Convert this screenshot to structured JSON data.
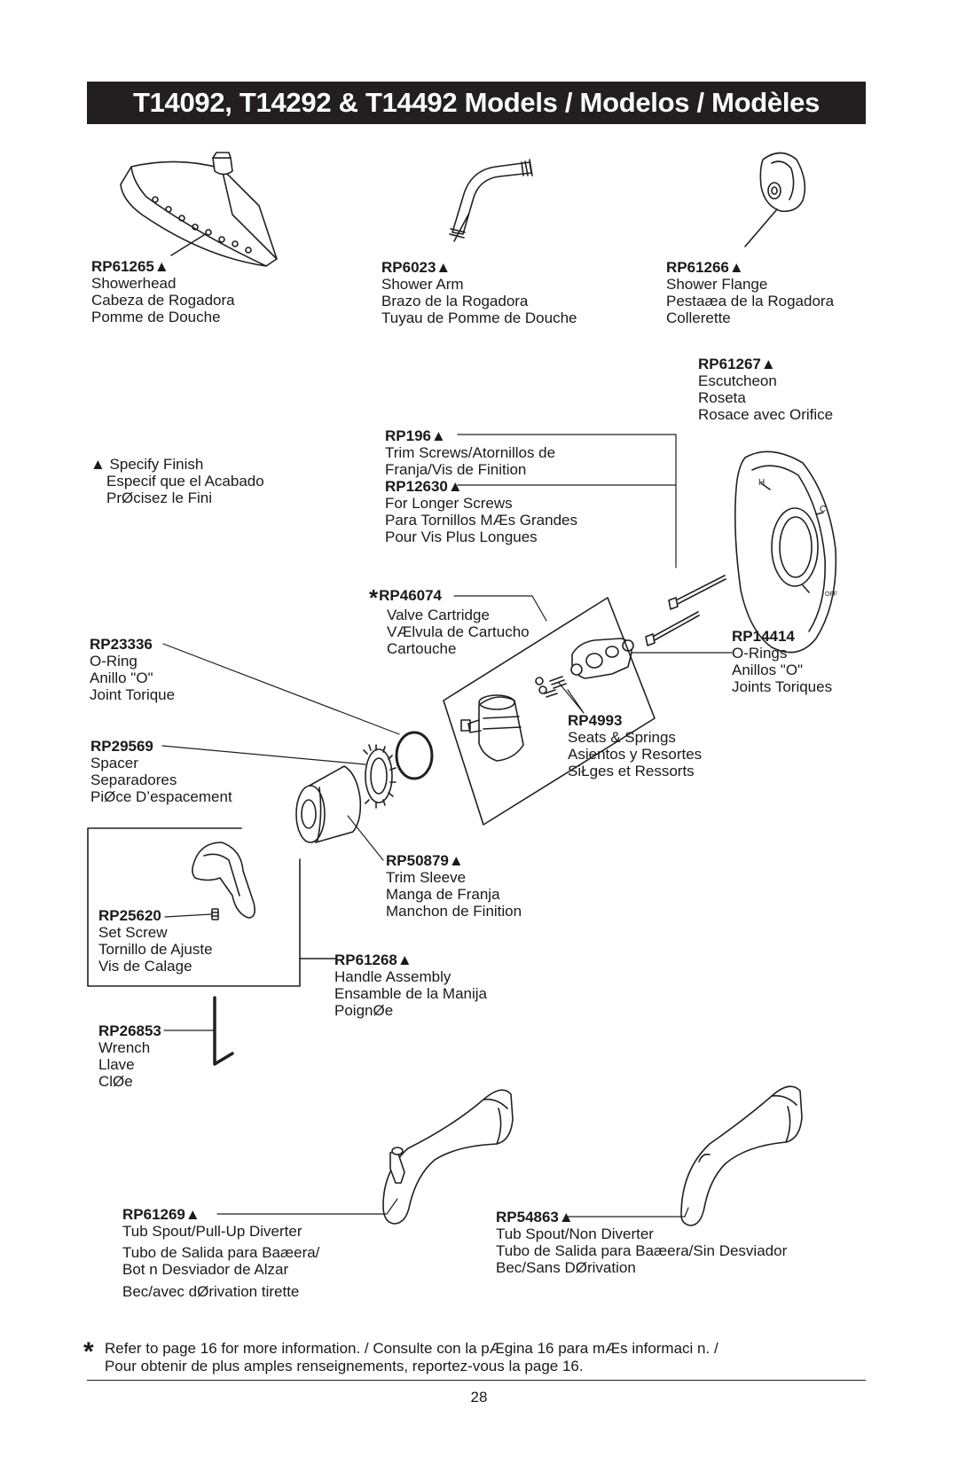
{
  "title": "T14092, T14292 & T14492 Models / Modelos / Modèles",
  "parts": {
    "showerhead": {
      "part_no": "RP61265▲",
      "lines": [
        "Showerhead",
        "Cabeza de Rogadora",
        "Pomme de Douche"
      ]
    },
    "shower_arm": {
      "part_no": "RP6023▲",
      "lines": [
        "Shower Arm",
        "Brazo de la Rogadora",
        "Tuyau de Pomme de Douche"
      ]
    },
    "shower_flange": {
      "part_no": "RP61266▲",
      "lines": [
        "Shower Flange",
        "Pestaæa de la Rogadora",
        "Collerette"
      ]
    },
    "escutcheon": {
      "part_no": "RP61267▲",
      "lines": [
        "Escutcheon",
        "Roseta",
        "Rosace avec Orifice"
      ]
    },
    "trim_screws": {
      "part_no": "RP196▲",
      "lines": [
        "Trim Screws/Atornillos de",
        "Franja/Vis de Finition"
      ]
    },
    "longer_screws": {
      "part_no": "RP12630▲",
      "lines": [
        "For Longer Screws",
        "Para Tornillos MÆs Grandes",
        "Pour Vis Plus Longues"
      ]
    },
    "valve_cartridge": {
      "part_no": "RP46074",
      "lines": [
        "Valve Cartridge",
        "VÆlvula de Cartucho",
        "Cartouche"
      ]
    },
    "o_rings": {
      "part_no": "RP14414",
      "lines": [
        "O-Rings",
        "Anillos \"O\"",
        "Joints Toriques"
      ]
    },
    "o_ring": {
      "part_no": "RP23336",
      "lines": [
        "O-Ring",
        "Anillo \"O\"",
        "Joint Torique"
      ]
    },
    "seats_springs": {
      "part_no": "RP4993",
      "lines": [
        "Seats & Springs",
        "Asientos y Resortes",
        "SiŁges et Ressorts"
      ]
    },
    "spacer": {
      "part_no": "RP29569",
      "lines": [
        "Spacer",
        "Separadores",
        "PiØce D’espacement"
      ]
    },
    "trim_sleeve": {
      "part_no": "RP50879▲",
      "lines": [
        "Trim Sleeve",
        "Manga de Franja",
        "Manchon de Finition"
      ]
    },
    "set_screw": {
      "part_no": "RP25620",
      "lines": [
        "Set Screw",
        "Tornillo de Ajuste",
        "Vis de Calage"
      ]
    },
    "handle_assembly": {
      "part_no": "RP61268▲",
      "lines": [
        "Handle Assembly",
        "Ensamble de la Manija",
        "PoignØe"
      ]
    },
    "wrench": {
      "part_no": "RP26853",
      "lines": [
        "Wrench",
        "Llave",
        "ClØe"
      ]
    },
    "tub_spout_diverter": {
      "part_no": "RP61269▲",
      "lines": [
        "Tub Spout/Pull-Up Diverter",
        "Tubo de Salida para Baæera/",
        "Bot n Desviador de Alzar",
        "Bec/avec dØrivation   tirette"
      ]
    },
    "tub_spout_non_diverter": {
      "part_no": "RP54863▲",
      "lines": [
        "Tub Spout/Non Diverter",
        "Tubo de Salida para Baæera/Sin Desviador",
        "Bec/Sans DØrivation"
      ]
    }
  },
  "finish_note": {
    "lines": [
      "▲ Specify Finish",
      "Especif que el Acabado",
      "PrØcisez le Fini"
    ]
  },
  "star_symbol": "*",
  "footnote": {
    "line1": "Refer to page 16 for more information. / Consulte con la pÆgina 16 para mÆs informaci n. /",
    "line2": "Pour obtenir de plus amples renseignements, reportez-vous   la page 16."
  },
  "page_number": "28"
}
